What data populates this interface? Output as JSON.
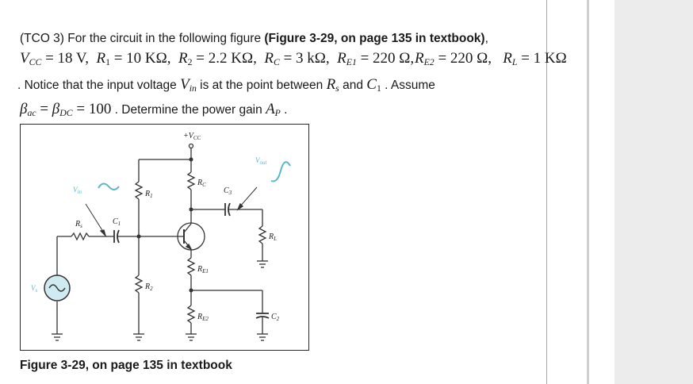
{
  "question": {
    "line1_prefix": "(TCO 3) For the circuit in the following figure ",
    "line1_bold": "(Figure 3-29, on page 135 in textbook)",
    "line1_suffix": ",",
    "params": {
      "vcc": "V",
      "vcc_sub": "CC",
      "vcc_val": " = 18 V,",
      "r1": "R",
      "r1_sub": "1",
      "r1_val": " = 10 KΩ,",
      "r2": "R",
      "r2_sub": "2",
      "r2_val": " = 2.2 KΩ,",
      "rc": "R",
      "rc_sub": "C",
      "rc_val": " = 3 kΩ,",
      "re1": "R",
      "re1_sub": "E1",
      "re1_val": " = 220 Ω,",
      "re2": "R",
      "re2_sub": "E2",
      "re2_val": " = 220 Ω,",
      "rl": "R",
      "rl_sub": "L",
      "rl_val": " = 1 KΩ"
    },
    "line3_a": ". Notice that the input voltage ",
    "line3_vin": "V",
    "line3_vin_sub": "in",
    "line3_b": " is at the point between ",
    "line3_rs": "R",
    "line3_rs_sub": "s",
    "line3_c": " and ",
    "line3_c1": "C",
    "line3_c1_sub": "1",
    "line3_d": " . Assume",
    "line4_beta1": "β",
    "line4_beta1_sub": "ac",
    "line4_eq": " = ",
    "line4_beta2": "β",
    "line4_beta2_sub": "DC",
    "line4_val": " = 100",
    "line4_text": " . Determine the power gain ",
    "line4_ap": "A",
    "line4_ap_sub": "P",
    "line4_end": " ."
  },
  "figure": {
    "labels": {
      "vcc": "+V",
      "vcc_sub": "CC",
      "vin": "V",
      "vin_sub": "in",
      "vout": "V",
      "vout_sub": "out",
      "vs": "V",
      "vs_sub": "s",
      "rs": "R",
      "rs_sub": "s",
      "c1": "C",
      "c1_sub": "1",
      "r1": "R",
      "r1_sub": "1",
      "r2": "R",
      "r2_sub": "2",
      "rc": "R",
      "rc_sub": "C",
      "c3": "C",
      "c3_sub": "3",
      "rl": "R",
      "rl_sub": "L",
      "re1": "R",
      "re1_sub": "E1",
      "re2": "R",
      "re2_sub": "E2",
      "c2": "C",
      "c2_sub": "2"
    },
    "colors": {
      "wire": "#333333",
      "signal": "#5bb8c9",
      "source_fill": "#cfeaf0"
    }
  },
  "caption": "Figure 3-29, on page 135 in textbook"
}
